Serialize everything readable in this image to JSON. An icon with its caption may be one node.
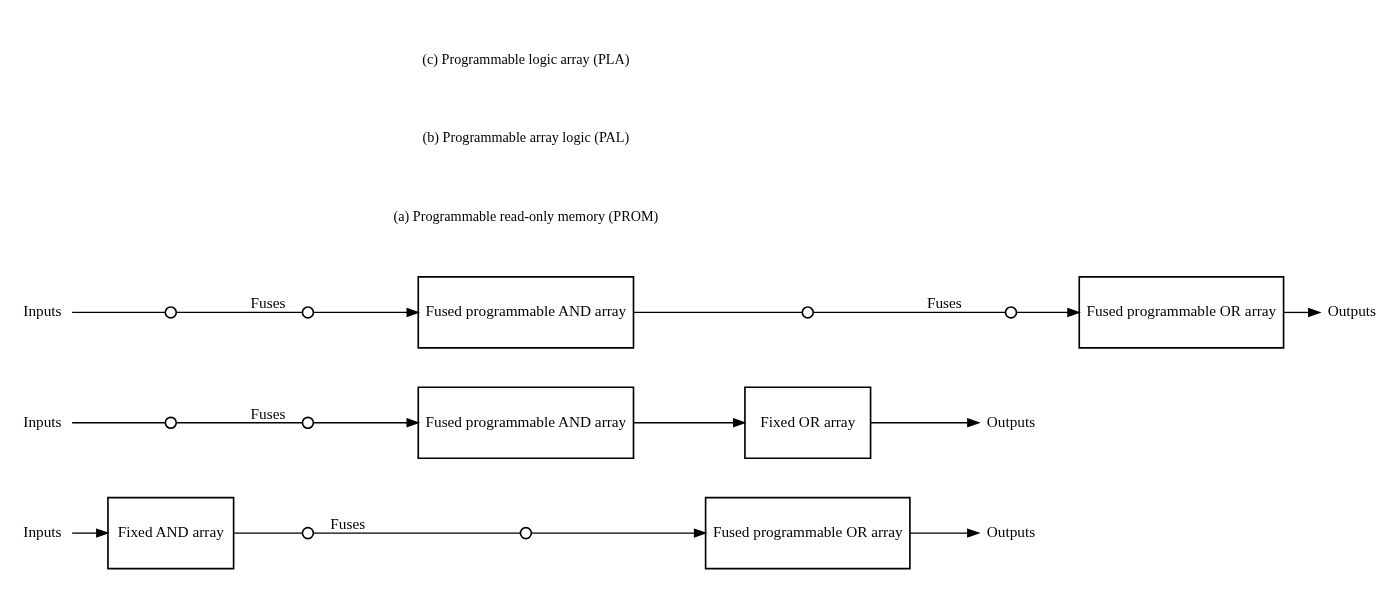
{
  "diagram": {
    "nodes": [
      {
        "text": [
          "Inputs"
        ]
      },
      {
        "text": [
          "Fixed AND array"
        ]
      },
      {
        "text": [],
        "shape": "circle"
      },
      {
        "text": [],
        "shape": "circle"
      },
      {
        "text": [
          "Fused programmable OR array"
        ]
      },
      {
        "text": [
          "Outputs"
        ]
      },
      {
        "text": [
          "Inputs"
        ]
      },
      {
        "text": [],
        "shape": "circle"
      },
      {
        "text": [],
        "shape": "circle"
      },
      {
        "text": [
          "Fused programmable AND array"
        ]
      },
      {
        "text": [
          "Fixed OR array"
        ]
      },
      {
        "text": [
          "Outputs"
        ]
      },
      {
        "text": [
          "Inputs"
        ]
      },
      {
        "text": [],
        "shape": "circle"
      },
      {
        "text": [],
        "shape": "circle"
      },
      {
        "text": [
          "Fused programmable AND array"
        ]
      },
      {
        "text": [],
        "shape": "circle"
      },
      {
        "text": [],
        "shape": "circle"
      },
      {
        "text": [
          "Fused programmable OR array"
        ]
      },
      {
        "text": [
          "Outputs"
        ]
      }
    ],
    "edges": [
      {
        "from": 0,
        "to": 1,
        "arrow": "to"
      },
      {
        "from": 1,
        "to": 2,
        "arrow": "none"
      },
      {
        "from": 2,
        "to": 3,
        "arrow": "none",
        "label": "Fuses"
      },
      {
        "from": 3,
        "to": 4,
        "arrow": "to"
      },
      {
        "from": 4,
        "to": 5,
        "arrow": "to"
      },
      {
        "from": 6,
        "to": 7,
        "arrow": "none"
      },
      {
        "from": 7,
        "to": 8,
        "arrow": "none",
        "label": "Fuses"
      },
      {
        "from": 8,
        "to": 9,
        "arrow": "to"
      },
      {
        "from": 9,
        "to": 10,
        "arrow": "to"
      },
      {
        "from": 10,
        "to": 11,
        "arrow": "to"
      },
      {
        "from": 12,
        "to": 13,
        "arrow": "none"
      },
      {
        "from": 13,
        "to": 14,
        "arrow": "none",
        "label": "Fuses"
      },
      {
        "from": 14,
        "to": 15,
        "arrow": "to"
      },
      {
        "from": 15,
        "to": 16,
        "arrow": "none"
      },
      {
        "from": 16,
        "to": 17,
        "arrow": "none",
        "label": "Fuses"
      },
      {
        "from": 17,
        "to": 18,
        "arrow": "to"
      },
      {
        "from": 18,
        "to": 19,
        "arrow": "to"
      }
    ],
    "labels": [
      "(a) Programmable read-only memory (PROM)",
      "(b) Programmable array logic (PAL)",
      "(c) Programmable logic array (PLA)"
    ]
  }
}
